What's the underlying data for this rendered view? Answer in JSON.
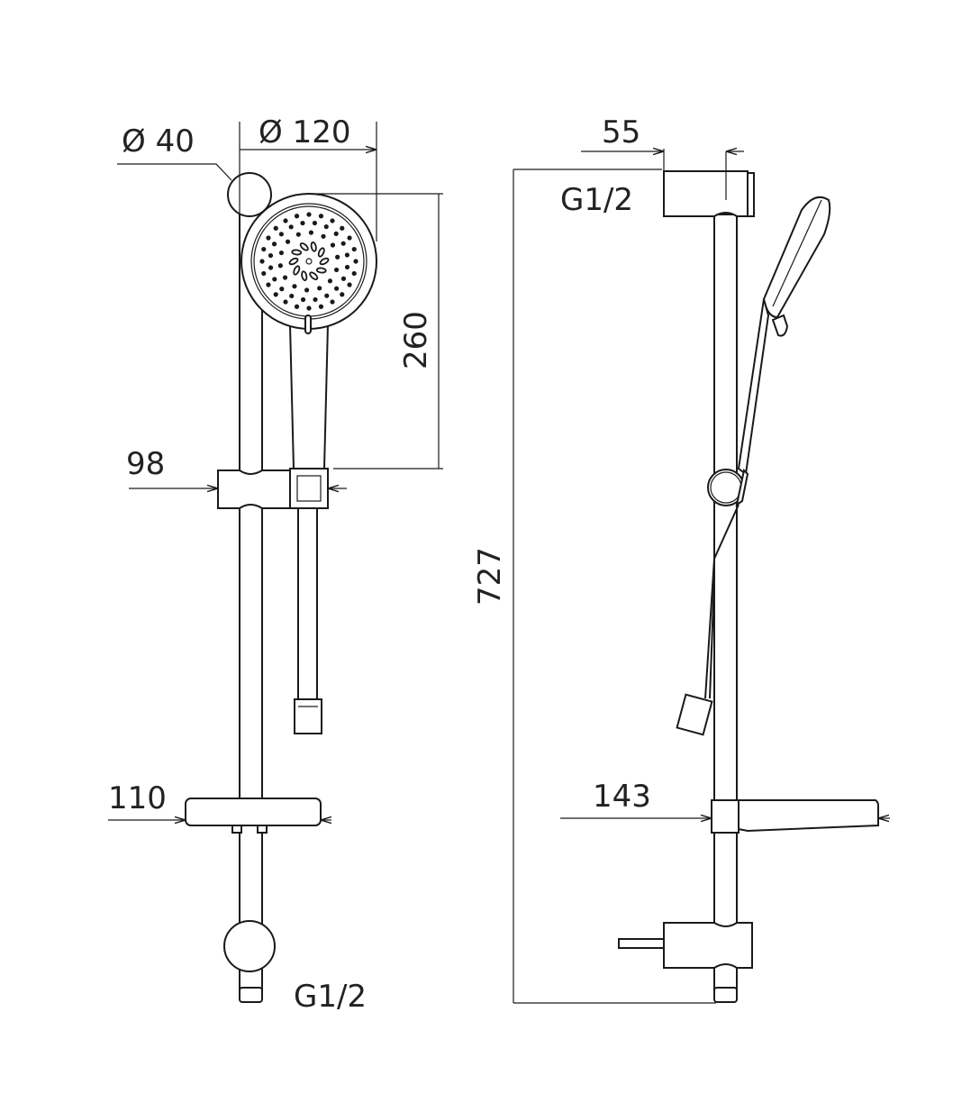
{
  "front_view": {
    "dim_wall_bracket_diameter": "Ø 40",
    "dim_head_diameter": "Ø 120",
    "dim_head_height": "260",
    "dim_slider_depth": "98",
    "dim_soap_dish_depth": "110",
    "thread_bottom": "G1/2"
  },
  "side_view": {
    "dim_top_bracket": "55",
    "thread_top": "G1/2",
    "dim_total_height": "727",
    "dim_shelf_depth": "143"
  },
  "colors": {
    "line": "#1a1a1a",
    "background": "#ffffff"
  }
}
